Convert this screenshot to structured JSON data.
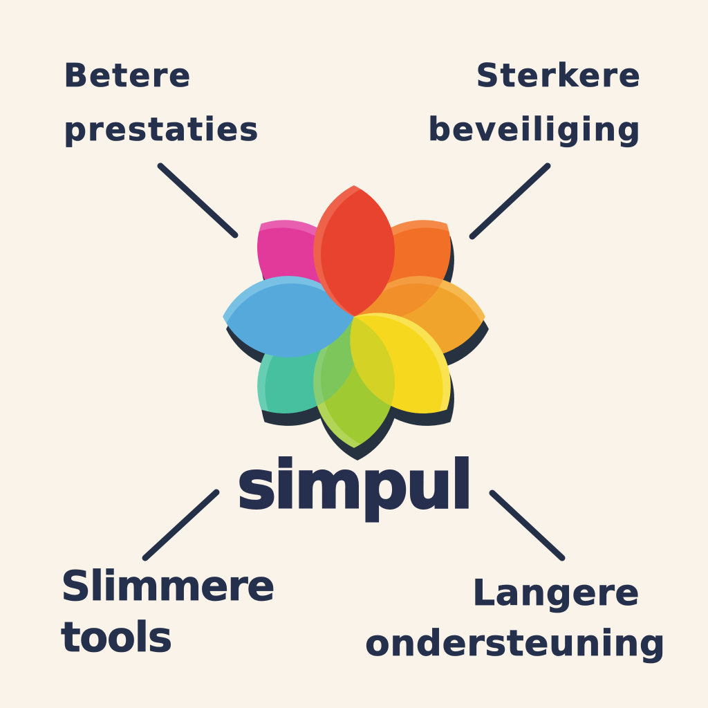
{
  "background": "#faf3e9",
  "text_color": "#25304c",
  "connector_color": "#243048",
  "logo": {
    "wordmark": "simpul"
  },
  "labels": {
    "top_left": {
      "line1": "Betere",
      "line2": "prestaties"
    },
    "top_right": {
      "line1": "Sterkere",
      "line2": "beveiliging"
    },
    "bottom_left": {
      "line1": "Slimmere",
      "line2": "tools"
    },
    "bottom_right": {
      "line1": "Langere",
      "line2": "ondersteuning"
    }
  },
  "flower": {
    "shadow_color": "#263240",
    "petals": [
      {
        "name": "red",
        "color": "#e8432f",
        "light": "#ee614a"
      },
      {
        "name": "orange",
        "color": "#f26f28",
        "light": "#f58948"
      },
      {
        "name": "amber",
        "color": "#f0a42c",
        "light": "#f5b950"
      },
      {
        "name": "yellow",
        "color": "#f6d91e",
        "light": "#f9e352"
      },
      {
        "name": "lime",
        "color": "#9fca32",
        "light": "#b2d557"
      },
      {
        "name": "teal",
        "color": "#47c0a0",
        "light": "#68ceb3"
      },
      {
        "name": "blue",
        "color": "#56aadb",
        "light": "#79c0e5"
      },
      {
        "name": "pink",
        "color": "#e23a9b",
        "light": "#e95fb0"
      }
    ]
  }
}
